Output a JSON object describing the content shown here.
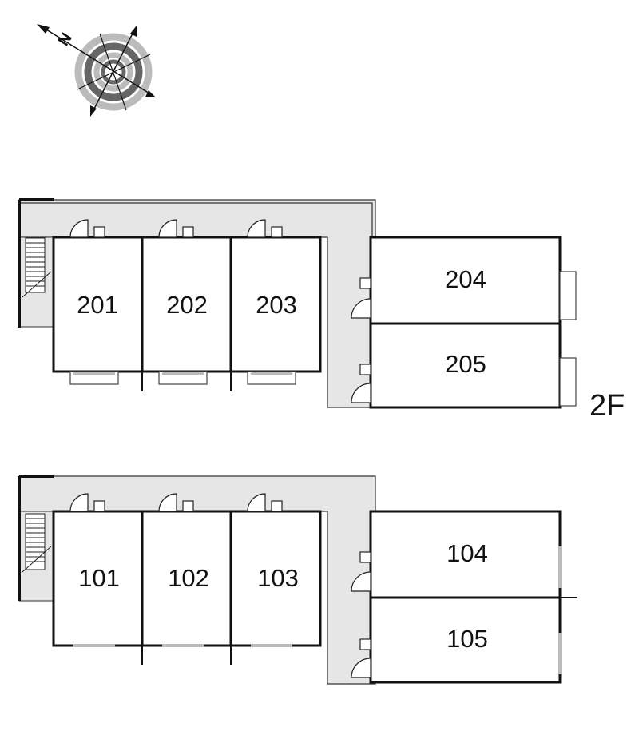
{
  "compass": {
    "north_letter": "N",
    "icon": "compass-rose-icon"
  },
  "floors": [
    {
      "id": "2F",
      "label": "2F",
      "rooms": [
        "201",
        "202",
        "203",
        "204",
        "205"
      ]
    },
    {
      "id": "1F",
      "label": "",
      "rooms": [
        "101",
        "102",
        "103",
        "104",
        "105"
      ]
    }
  ],
  "colors": {
    "corridor": "#e6e6e6",
    "wall": "#111111",
    "compass_dark": "#666666",
    "compass_light": "#bbbbbb"
  }
}
